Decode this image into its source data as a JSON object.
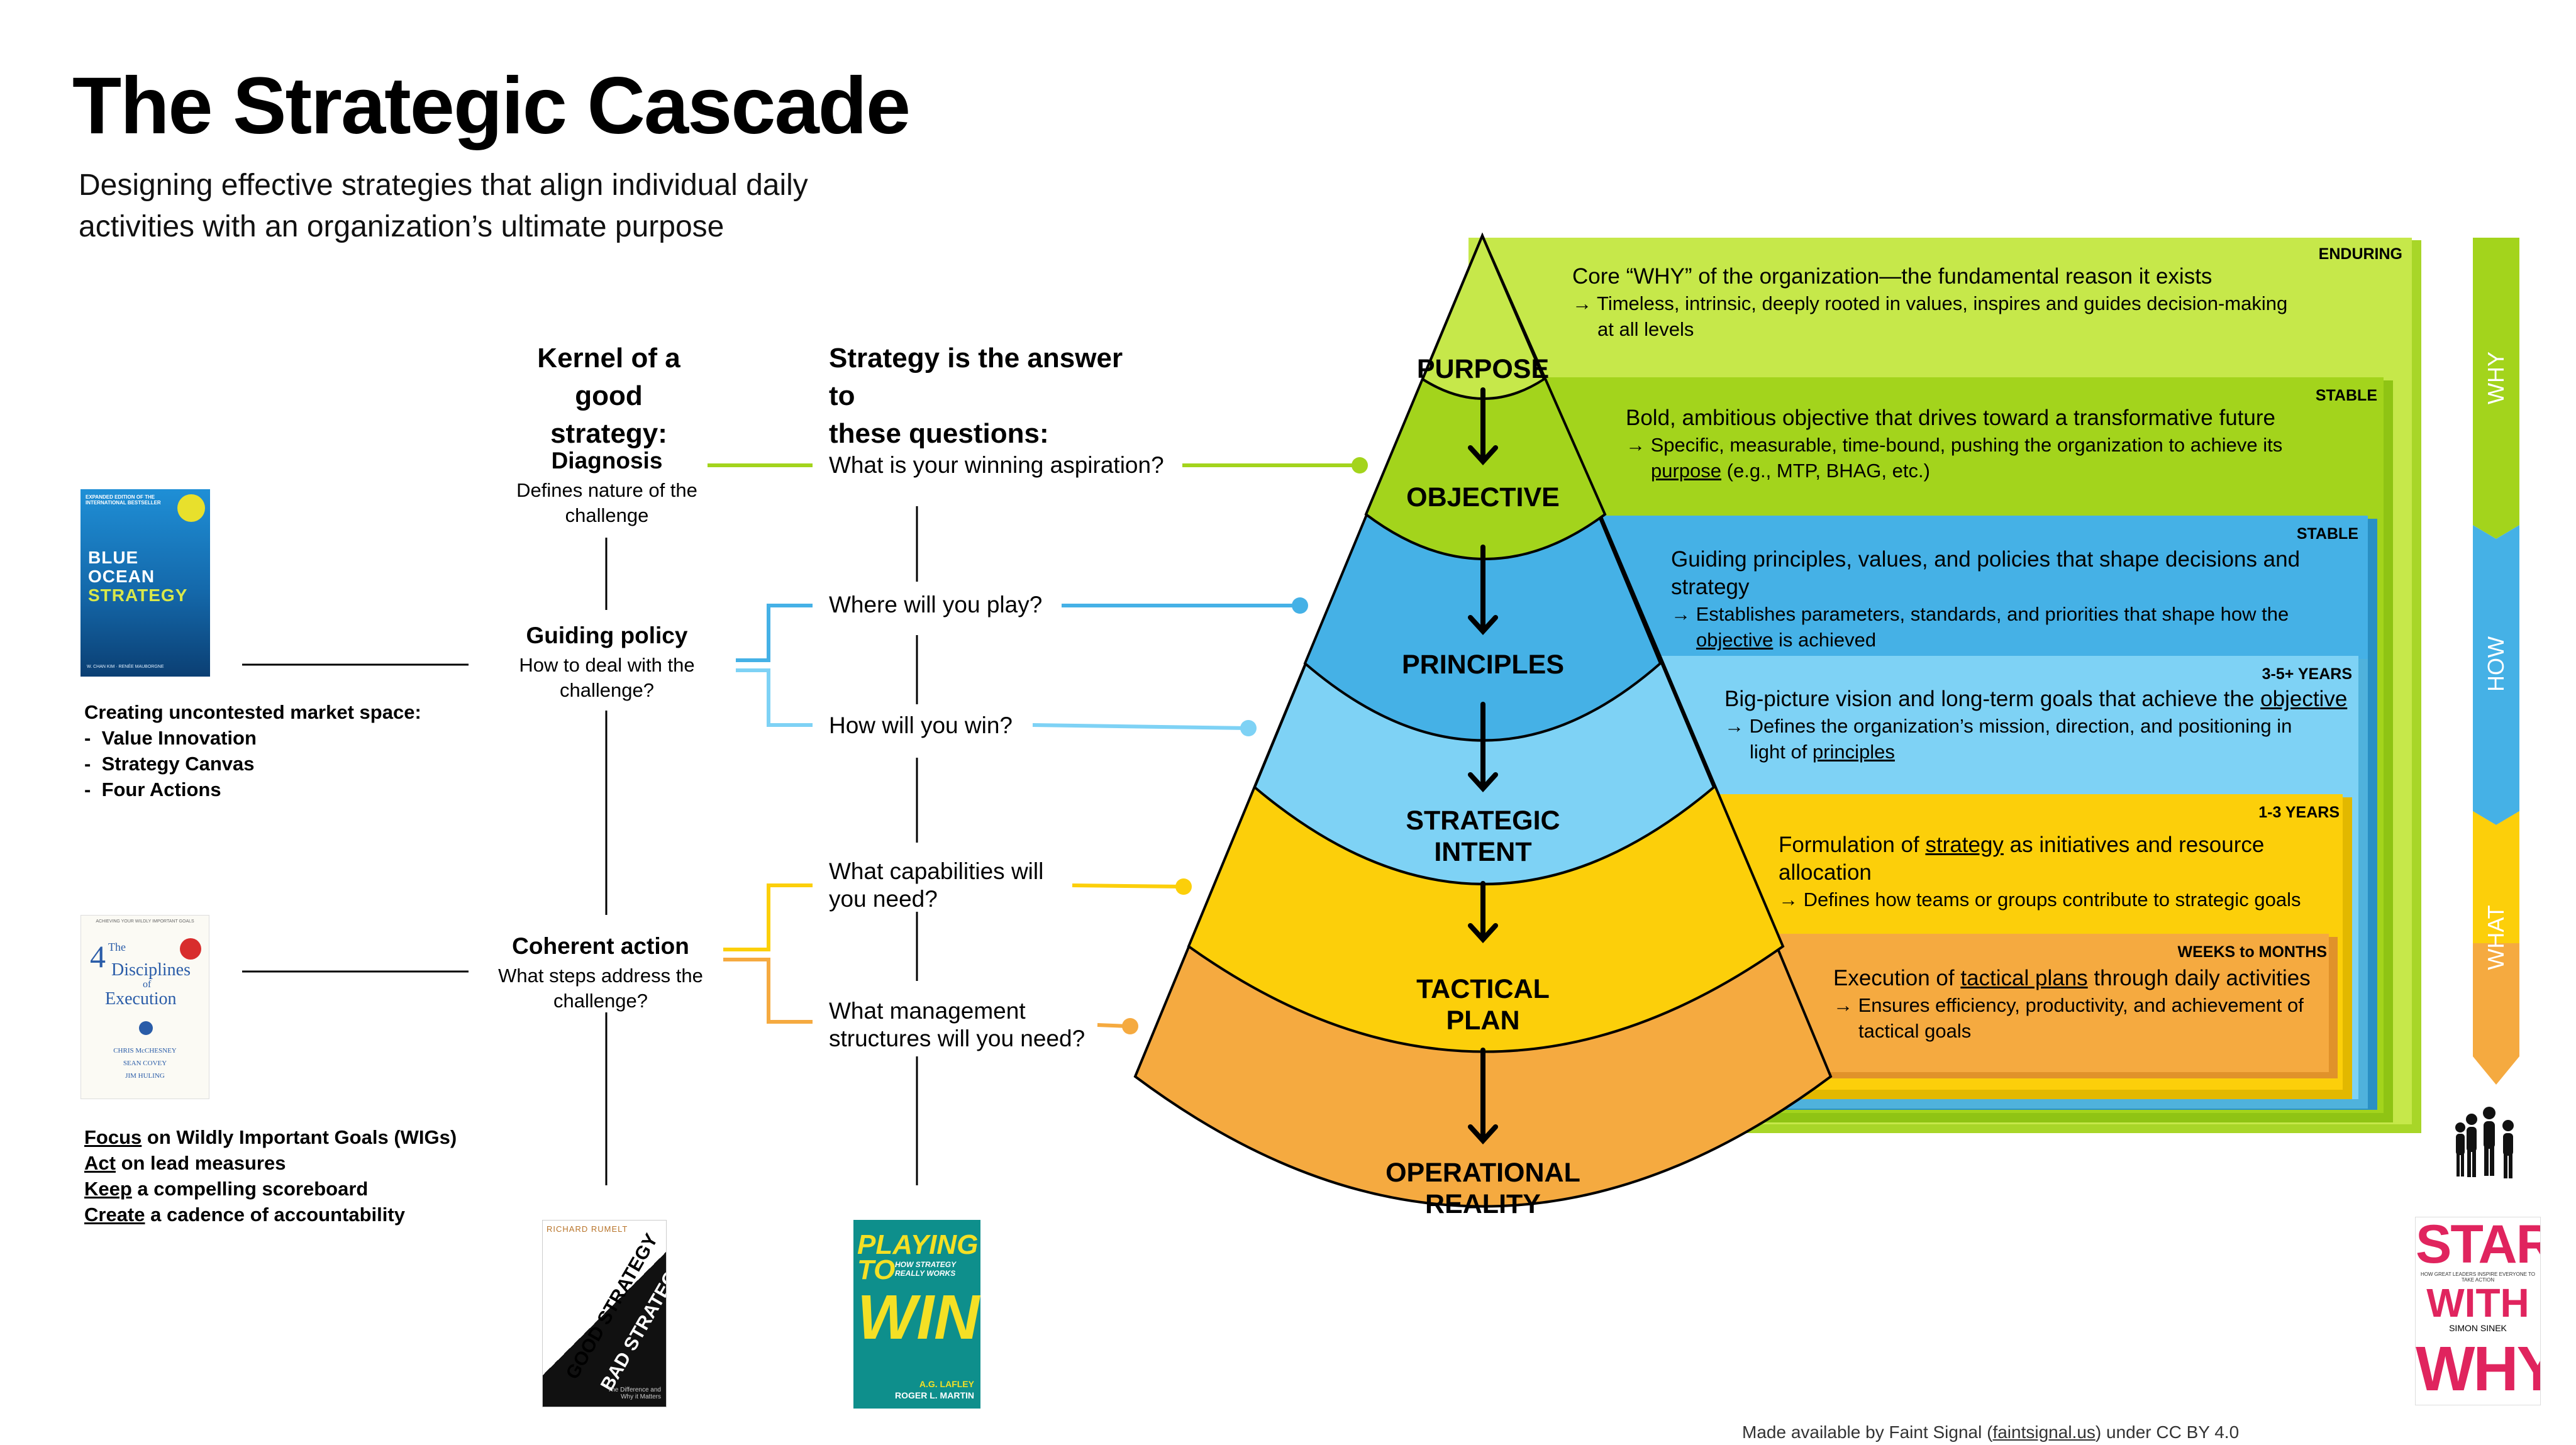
{
  "title": "The Strategic Cascade",
  "subtitle": "Designing effective strategies that align individual daily activities with an organization’s ultimate purpose",
  "kernel": {
    "header": [
      "Kernel of a",
      "good strategy:"
    ],
    "items": [
      {
        "title": "Diagnosis",
        "sub": [
          "Defines nature of the",
          "challenge"
        ]
      },
      {
        "title": "Guiding policy",
        "sub": [
          "How to deal with the",
          "challenge?"
        ]
      },
      {
        "title": "Coherent action",
        "sub": [
          "What steps address the",
          "challenge?"
        ]
      }
    ]
  },
  "questions": {
    "header": [
      "Strategy is the answer to",
      "these questions:"
    ],
    "items": [
      [
        "What is your winning aspiration?"
      ],
      [
        "Where will you play?"
      ],
      [
        "How will you win?"
      ],
      [
        "What capabilities will",
        "you need?"
      ],
      [
        "What management",
        "structures will you need?"
      ]
    ]
  },
  "blue_ocean": {
    "heading": "Creating uncontested market space:",
    "items": [
      "Value Innovation",
      "Strategy Canvas",
      "Four Actions"
    ],
    "cover": {
      "small_top": "EXPANDED EDITION OF THE INTERNATIONAL BESTSELLER",
      "lines": [
        "BLUE",
        "OCEAN",
        "STRATEGY"
      ],
      "authors": "W. CHAN KIM · RENÉE MAUBORGNE"
    }
  },
  "four_disciplines": {
    "items": [
      {
        "u": "Focus",
        "rest": " on Wildly Important Goals (WIGs)"
      },
      {
        "u": "Act",
        "rest": " on lead measures"
      },
      {
        "u": "Keep",
        "rest": " a compelling scoreboard"
      },
      {
        "u": "Create",
        "rest": " a cadence of accountability"
      }
    ],
    "cover": {
      "top": "ACHIEVING YOUR WILDLY IMPORTANT GOALS",
      "title_a": "The",
      "num": "4",
      "title_b": "Disciplines",
      "title_c": "of",
      "title_d": "Execution",
      "authors": [
        "CHRIS McCHESNEY",
        "SEAN COVEY",
        "JIM HULING"
      ]
    }
  },
  "good_strategy_cover": {
    "author": "RICHARD RUMELT",
    "a": "GOOD STRATEGY",
    "b": "BAD STRATEGY",
    "sub": "The Difference and Why it Matters"
  },
  "playing_cover": {
    "a": "PLAYING",
    "b": "TO",
    "c": "WIN",
    "sub": "HOW STRATEGY REALLY WORKS",
    "authors": [
      "A.G. LAFLEY",
      "ROGER L. MARTIN"
    ]
  },
  "start_cover": {
    "lines": [
      "START",
      "WITH",
      "WHY"
    ],
    "sub": "HOW GREAT LEADERS INSPIRE EVERYONE TO TAKE ACTION",
    "author": "SIMON SINEK"
  },
  "layers": [
    {
      "label": [
        "PURPOSE"
      ],
      "color": "#c6e84a"
    },
    {
      "label": [
        "OBJECTIVE"
      ],
      "color": "#a3d41c"
    },
    {
      "label": [
        "PRINCIPLES"
      ],
      "color": "#45b1e6"
    },
    {
      "label": [
        "STRATEGIC",
        "INTENT"
      ],
      "color": "#7ed2f5"
    },
    {
      "label": [
        "TACTICAL",
        "PLAN"
      ],
      "color": "#fccf0a"
    },
    {
      "label": [
        "OPERATIONAL",
        "REALITY"
      ],
      "color": "#f5aa40"
    }
  ],
  "boxes": [
    {
      "tag": "ENDURING",
      "title": "Core “WHY” of the organization—the fundamental reason it exists",
      "sub": [
        "→ Timeless, intrinsic, deeply rooted in values, inspires and guides decision-making",
        "at all levels"
      ]
    },
    {
      "tag": "STABLE",
      "title": "Bold, ambitious objective that drives toward a transformative future",
      "sub_a": "→ Specific, measurable, time-bound, pushing the organization to achieve its",
      "link": "purpose",
      "sub_b": " (e.g., MTP, BHAG, etc.)"
    },
    {
      "tag": "STABLE",
      "title": "Guiding principles, values, and policies that shape decisions and strategy",
      "sub_a": "→ Establishes parameters, standards, and priorities that shape how the",
      "link": "objective",
      "sub_b": " is achieved"
    },
    {
      "tag": "3-5+ YEARS",
      "title_a": "Big-picture vision and long-term goals that achieve the ",
      "title_link": "objective",
      "sub_a": "→ Defines the organization’s mission, direction, and positioning in",
      "pre": "light of ",
      "link": "principles"
    },
    {
      "tag": "1-3 YEARS",
      "title_a": "Formulation of ",
      "title_link": "strategy",
      "title_b": " as initiatives and resource allocation",
      "sub_a": "→ Defines how teams or groups contribute to strategic goals"
    },
    {
      "tag": "WEEKS to MONTHS",
      "title_a": "Execution of ",
      "title_link": "tactical plans",
      "title_b": " through daily activities",
      "sub_a": "→ Ensures efficiency, productivity, and achievement of",
      "sub_c": "tactical goals"
    }
  ],
  "side_bands": [
    "WHY",
    "HOW",
    "WHAT"
  ],
  "footer": {
    "a": "Made available by Faint Signal (",
    "link": "faintsignal.us",
    "b": ") under CC BY 4.0"
  },
  "colors": {
    "green": "#a3d41c",
    "lightgreen": "#c6e84a",
    "blue": "#45b1e6",
    "lightblue": "#7ed2f5",
    "yellow": "#fccf0a",
    "orange": "#f5aa40"
  },
  "icons": [
    "people-group-icon",
    "arrow-down-icon"
  ]
}
